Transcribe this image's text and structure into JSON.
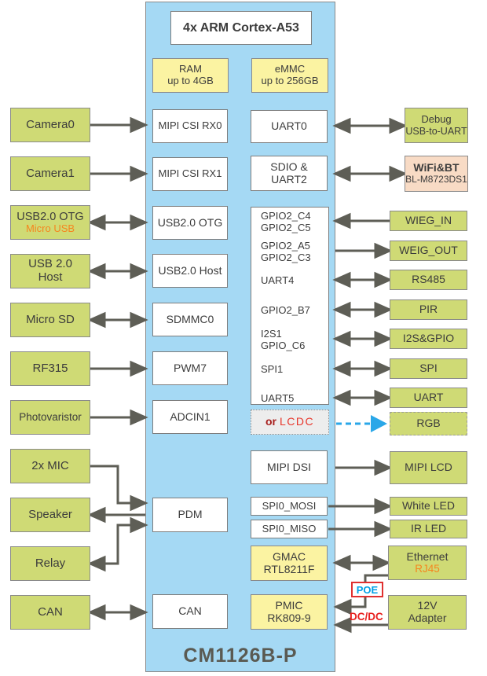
{
  "chip": {
    "cpu": "4x ARM Cortex-A53",
    "ram": [
      "RAM",
      "up to 4GB"
    ],
    "emmc": [
      "eMMC",
      "up to 256GB"
    ],
    "title": "CM1126B-P"
  },
  "left_ports": [
    "MIPI CSI RX0",
    "MIPI CSI RX1",
    "USB2.0 OTG",
    "USB2.0 Host",
    "SDMMC0",
    "PWM7",
    "ADCIN1",
    "PDM",
    "CAN"
  ],
  "right_ports": {
    "uart0": "UART0",
    "sdio": [
      "SDIO &",
      "UART2"
    ],
    "gpio_groups": [
      [
        "GPIO2_C4",
        "GPIO2_C5"
      ],
      [
        "GPIO2_A5",
        "GPIO2_C3"
      ],
      [
        "UART4"
      ],
      [
        "GPIO2_B7"
      ],
      [
        "I2S1",
        "GPIO_C6"
      ],
      [
        "SPI1"
      ],
      [
        "UART5"
      ]
    ],
    "or_lcdc": {
      "prefix": "or",
      "label": "LCDC"
    },
    "mipi_dsi": "MIPI DSI",
    "spi0_mosi": "SPI0_MOSI",
    "spi0_miso": "SPI0_MISO",
    "gmac": [
      "GMAC",
      "RTL8211F"
    ],
    "pmic": [
      "PMIC",
      "RK809-9"
    ]
  },
  "left_devices": [
    {
      "lines": [
        "Camera0"
      ]
    },
    {
      "lines": [
        "Camera1"
      ]
    },
    {
      "lines": [
        "USB2.0 OTG"
      ],
      "sub": "Micro USB"
    },
    {
      "lines": [
        "USB 2.0",
        "Host"
      ]
    },
    {
      "lines": [
        "Micro SD"
      ]
    },
    {
      "lines": [
        "RF315"
      ]
    },
    {
      "lines": [
        "Photovaristor"
      ]
    },
    {
      "lines": [
        "2x MIC"
      ]
    },
    {
      "lines": [
        "Speaker"
      ]
    },
    {
      "lines": [
        "Relay"
      ]
    },
    {
      "lines": [
        "CAN"
      ]
    }
  ],
  "right_devices": [
    {
      "lines": [
        "Debug",
        "USB-to-UART"
      ]
    },
    {
      "bold": "WiFi&BT",
      "lines": [
        "BL-M8723DS1"
      ]
    },
    {
      "lines": [
        "WIEG_IN"
      ]
    },
    {
      "lines": [
        "WEIG_OUT"
      ]
    },
    {
      "lines": [
        "RS485"
      ]
    },
    {
      "lines": [
        "PIR"
      ]
    },
    {
      "lines": [
        "I2S&GPIO"
      ]
    },
    {
      "lines": [
        "SPI"
      ]
    },
    {
      "lines": [
        "UART"
      ]
    },
    {
      "lines": [
        "RGB"
      ]
    },
    {
      "lines": [
        "MIPI LCD"
      ]
    },
    {
      "lines": [
        "White LED"
      ]
    },
    {
      "lines": [
        "IR LED"
      ]
    },
    {
      "lines": [
        "Ethernet"
      ],
      "sub": "RJ45"
    },
    {
      "lines": [
        "12V",
        "Adapter"
      ]
    }
  ],
  "labels": {
    "poe": "POE",
    "dcdc": "DC/DC"
  },
  "colors": {
    "module_fill": "#a5d9f4",
    "device_fill": "#cfda75",
    "memory_fill": "#fbf3a2",
    "wifi_fill": "#f8dbc5",
    "arrow": "#5e5e56",
    "accent_orange": "#f5861f",
    "accent_red": "#e8362b",
    "poe_blue": "#00a0e6",
    "rgb_arrow_blue": "#2aa7e8",
    "title_color": "#5a5a52"
  }
}
